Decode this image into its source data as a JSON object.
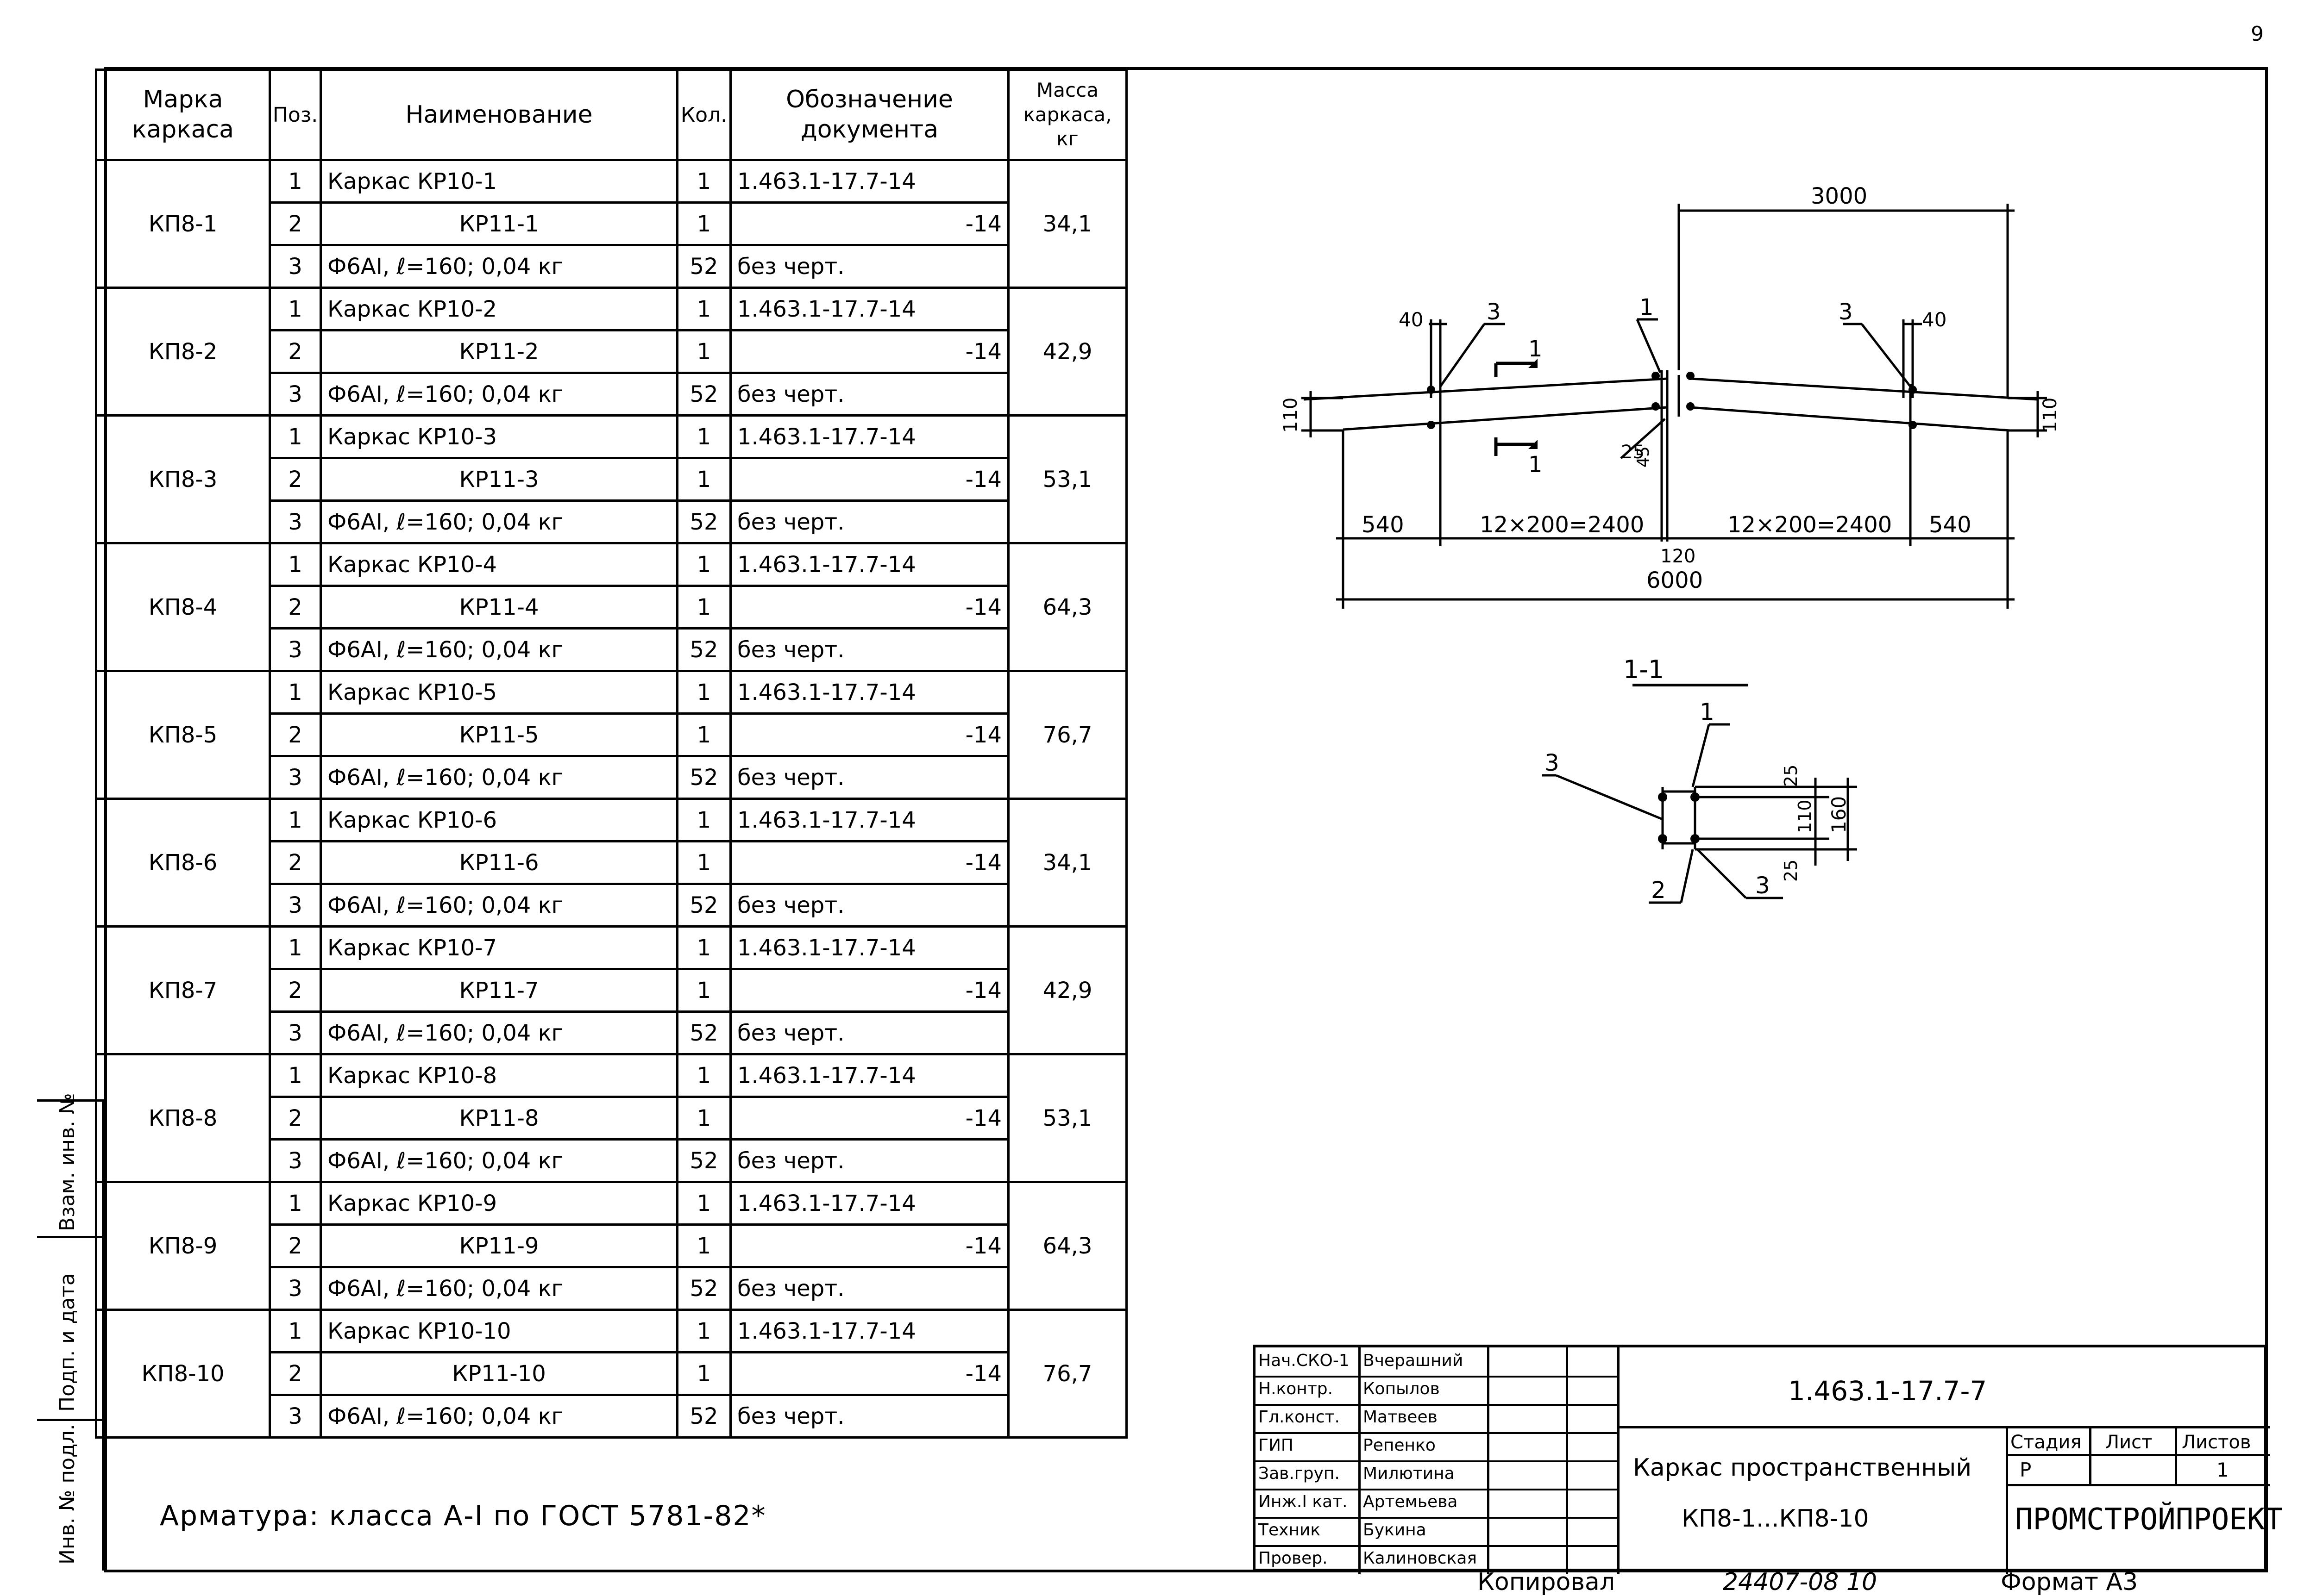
{
  "sheet_number": "9",
  "spec_table": {
    "headers": {
      "mark": "Марка каркаса",
      "pos": "Поз.",
      "name": "Наименование",
      "qty": "Кол.",
      "doc": "Обозначение документа",
      "mass": "Масса каркаса, кг"
    },
    "groups": [
      {
        "mark": "КП8-1",
        "mass": "34,1",
        "rows": [
          {
            "pos": "1",
            "name": "Каркас КР10-1",
            "qty": "1",
            "doc": "1.463.1-17.7-14"
          },
          {
            "pos": "2",
            "name": "КР11-1",
            "qty": "1",
            "doc": "-14"
          },
          {
            "pos": "3",
            "name": "Ф6АI, ℓ=160; 0,04 кг",
            "qty": "52",
            "doc": "без черт."
          }
        ]
      },
      {
        "mark": "КП8-2",
        "mass": "42,9",
        "rows": [
          {
            "pos": "1",
            "name": "Каркас КР10-2",
            "qty": "1",
            "doc": "1.463.1-17.7-14"
          },
          {
            "pos": "2",
            "name": "КР11-2",
            "qty": "1",
            "doc": "-14"
          },
          {
            "pos": "3",
            "name": "Ф6АI, ℓ=160; 0,04 кг",
            "qty": "52",
            "doc": "без черт."
          }
        ]
      },
      {
        "mark": "КП8-3",
        "mass": "53,1",
        "rows": [
          {
            "pos": "1",
            "name": "Каркас КР10-3",
            "qty": "1",
            "doc": "1.463.1-17.7-14"
          },
          {
            "pos": "2",
            "name": "КР11-3",
            "qty": "1",
            "doc": "-14"
          },
          {
            "pos": "3",
            "name": "Ф6АI, ℓ=160; 0,04 кг",
            "qty": "52",
            "doc": "без черт."
          }
        ]
      },
      {
        "mark": "КП8-4",
        "mass": "64,3",
        "rows": [
          {
            "pos": "1",
            "name": "Каркас КР10-4",
            "qty": "1",
            "doc": "1.463.1-17.7-14"
          },
          {
            "pos": "2",
            "name": "КР11-4",
            "qty": "1",
            "doc": "-14"
          },
          {
            "pos": "3",
            "name": "Ф6АI, ℓ=160; 0,04 кг",
            "qty": "52",
            "doc": "без черт."
          }
        ]
      },
      {
        "mark": "КП8-5",
        "mass": "76,7",
        "rows": [
          {
            "pos": "1",
            "name": "Каркас КР10-5",
            "qty": "1",
            "doc": "1.463.1-17.7-14"
          },
          {
            "pos": "2",
            "name": "КР11-5",
            "qty": "1",
            "doc": "-14"
          },
          {
            "pos": "3",
            "name": "Ф6АI, ℓ=160; 0,04 кг",
            "qty": "52",
            "doc": "без черт."
          }
        ]
      },
      {
        "mark": "КП8-6",
        "mass": "34,1",
        "rows": [
          {
            "pos": "1",
            "name": "Каркас КР10-6",
            "qty": "1",
            "doc": "1.463.1-17.7-14"
          },
          {
            "pos": "2",
            "name": "КР11-6",
            "qty": "1",
            "doc": "-14"
          },
          {
            "pos": "3",
            "name": "Ф6АI, ℓ=160; 0,04 кг",
            "qty": "52",
            "doc": "без черт."
          }
        ]
      },
      {
        "mark": "КП8-7",
        "mass": "42,9",
        "rows": [
          {
            "pos": "1",
            "name": "Каркас КР10-7",
            "qty": "1",
            "doc": "1.463.1-17.7-14"
          },
          {
            "pos": "2",
            "name": "КР11-7",
            "qty": "1",
            "doc": "-14"
          },
          {
            "pos": "3",
            "name": "Ф6АI, ℓ=160; 0,04 кг",
            "qty": "52",
            "doc": "без черт."
          }
        ]
      },
      {
        "mark": "КП8-8",
        "mass": "53,1",
        "rows": [
          {
            "pos": "1",
            "name": "Каркас КР10-8",
            "qty": "1",
            "doc": "1.463.1-17.7-14"
          },
          {
            "pos": "2",
            "name": "КР11-8",
            "qty": "1",
            "doc": "-14"
          },
          {
            "pos": "3",
            "name": "Ф6АI, ℓ=160; 0,04 кг",
            "qty": "52",
            "doc": "без черт."
          }
        ]
      },
      {
        "mark": "КП8-9",
        "mass": "64,3",
        "rows": [
          {
            "pos": "1",
            "name": "Каркас КР10-9",
            "qty": "1",
            "doc": "1.463.1-17.7-14"
          },
          {
            "pos": "2",
            "name": "КР11-9",
            "qty": "1",
            "doc": "-14"
          },
          {
            "pos": "3",
            "name": "Ф6АI, ℓ=160; 0,04 кг",
            "qty": "52",
            "doc": "без черт."
          }
        ]
      },
      {
        "mark": "КП8-10",
        "mass": "76,7",
        "rows": [
          {
            "pos": "1",
            "name": "Каркас КР10-10",
            "qty": "1",
            "doc": "1.463.1-17.7-14"
          },
          {
            "pos": "2",
            "name": "КР11-10",
            "qty": "1",
            "doc": "-14"
          },
          {
            "pos": "3",
            "name": "Ф6АI, ℓ=160; 0,04 кг",
            "qty": "52",
            "doc": "без черт."
          }
        ]
      }
    ]
  },
  "note": "Арматура: класса А-I по ГОСТ 5781-82*",
  "side_stamps": [
    "Взам. инв. №",
    "Подп. и дата",
    "Инв. № подл."
  ],
  "drawing": {
    "dims": {
      "top": "3000",
      "left_end": "540",
      "left_span": "12×200=2400",
      "right_span": "12×200=2400",
      "right_end": "540",
      "center": "120",
      "overall": "6000",
      "pitch_left": "40",
      "pitch_right": "40",
      "height_left": "110",
      "height_right": "110",
      "offset": "25",
      "offset2": "45"
    },
    "leaders": {
      "one": "1",
      "three_left": "3",
      "three_right": "3"
    },
    "section_mark": "1",
    "section_title": "1-1",
    "section": {
      "pos1": "1",
      "pos2": "2",
      "pos3a": "3",
      "pos3b": "3",
      "d25a": "25",
      "d110": "110",
      "d160": "160",
      "d25b": "25"
    }
  },
  "title_block": {
    "roles": [
      "Нач.СКО-1",
      "Н.контр.",
      "Гл.конст.",
      "ГИП",
      "Зав.груп.",
      "Инж.I кат.",
      "Техник",
      "Провер."
    ],
    "names": [
      "Вчерашний",
      "Копылов",
      "Матвеев",
      "Репенко",
      "Милютина",
      "Артемьева",
      "Букина",
      "Калиновская"
    ],
    "designation": "1.463.1-17.7-7",
    "title_line1": "Каркас пространственный",
    "title_line2": "КП8-1...КП8-10",
    "stage_label": "Стадия",
    "sheet_label": "Лист",
    "sheets_label": "Листов",
    "stage": "Р",
    "sheets": "1",
    "org": "ПРОМСТРОЙПРОЕКТ"
  },
  "footer": {
    "copied": "Копировал",
    "order": "24407-08 10",
    "format": "Формат А3"
  }
}
